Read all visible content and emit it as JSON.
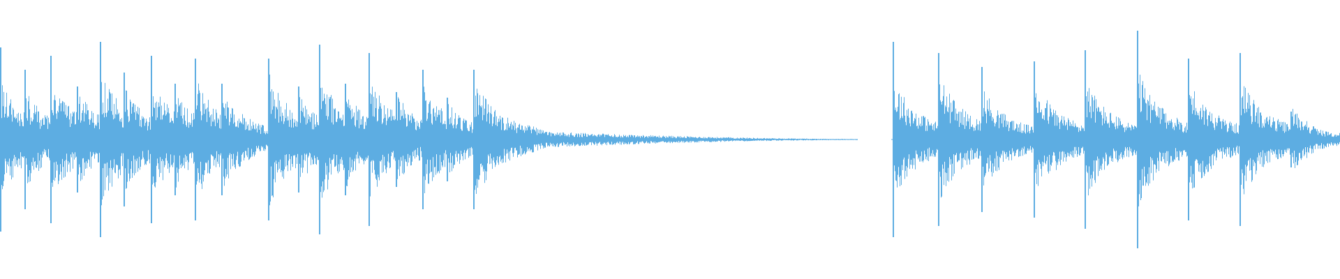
{
  "waveform": {
    "color": "#5dade2",
    "background": "#ffffff",
    "segments": [
      {
        "name": "segment-1",
        "start_frac": 0.0,
        "end_frac": 0.64,
        "hits": [
          {
            "pos": 0.0,
            "peak": 0.66,
            "body": 0.28
          },
          {
            "pos": 0.018,
            "peak": 0.5,
            "body": 0.24
          },
          {
            "pos": 0.037,
            "peak": 0.6,
            "body": 0.3
          },
          {
            "pos": 0.057,
            "peak": 0.38,
            "body": 0.24
          },
          {
            "pos": 0.074,
            "peak": 0.7,
            "body": 0.34
          },
          {
            "pos": 0.092,
            "peak": 0.48,
            "body": 0.26
          },
          {
            "pos": 0.112,
            "peak": 0.6,
            "body": 0.3
          },
          {
            "pos": 0.13,
            "peak": 0.4,
            "body": 0.24
          },
          {
            "pos": 0.145,
            "peak": 0.58,
            "body": 0.3
          },
          {
            "pos": 0.165,
            "peak": 0.4,
            "body": 0.24
          },
          {
            "pos": 0.2,
            "peak": 0.58,
            "body": 0.32
          },
          {
            "pos": 0.222,
            "peak": 0.38,
            "body": 0.22
          },
          {
            "pos": 0.238,
            "peak": 0.68,
            "body": 0.32
          },
          {
            "pos": 0.257,
            "peak": 0.4,
            "body": 0.24
          },
          {
            "pos": 0.275,
            "peak": 0.62,
            "body": 0.3
          },
          {
            "pos": 0.295,
            "peak": 0.34,
            "body": 0.22
          },
          {
            "pos": 0.315,
            "peak": 0.5,
            "body": 0.28
          },
          {
            "pos": 0.333,
            "peak": 0.3,
            "body": 0.18
          },
          {
            "pos": 0.353,
            "peak": 0.5,
            "body": 0.3
          }
        ],
        "tail": {
          "start_frac": 0.4,
          "end_frac": 0.64,
          "start_amp": 0.06,
          "end_amp": 0.004
        }
      },
      {
        "name": "segment-2",
        "start_frac": 0.665,
        "end_frac": 1.0,
        "hits": [
          {
            "pos": 0.666,
            "peak": 0.7,
            "body": 0.3
          },
          {
            "pos": 0.7,
            "peak": 0.62,
            "body": 0.32
          },
          {
            "pos": 0.732,
            "peak": 0.52,
            "body": 0.26
          },
          {
            "pos": 0.771,
            "peak": 0.56,
            "body": 0.3
          },
          {
            "pos": 0.809,
            "peak": 0.64,
            "body": 0.3
          },
          {
            "pos": 0.848,
            "peak": 0.78,
            "body": 0.34
          },
          {
            "pos": 0.886,
            "peak": 0.58,
            "body": 0.3
          },
          {
            "pos": 0.925,
            "peak": 0.62,
            "body": 0.3
          },
          {
            "pos": 0.963,
            "peak": 0.2,
            "body": 0.16
          }
        ],
        "tail": {
          "start_frac": 0.975,
          "end_frac": 1.0,
          "start_amp": 0.12,
          "end_amp": 0.05
        }
      }
    ]
  }
}
